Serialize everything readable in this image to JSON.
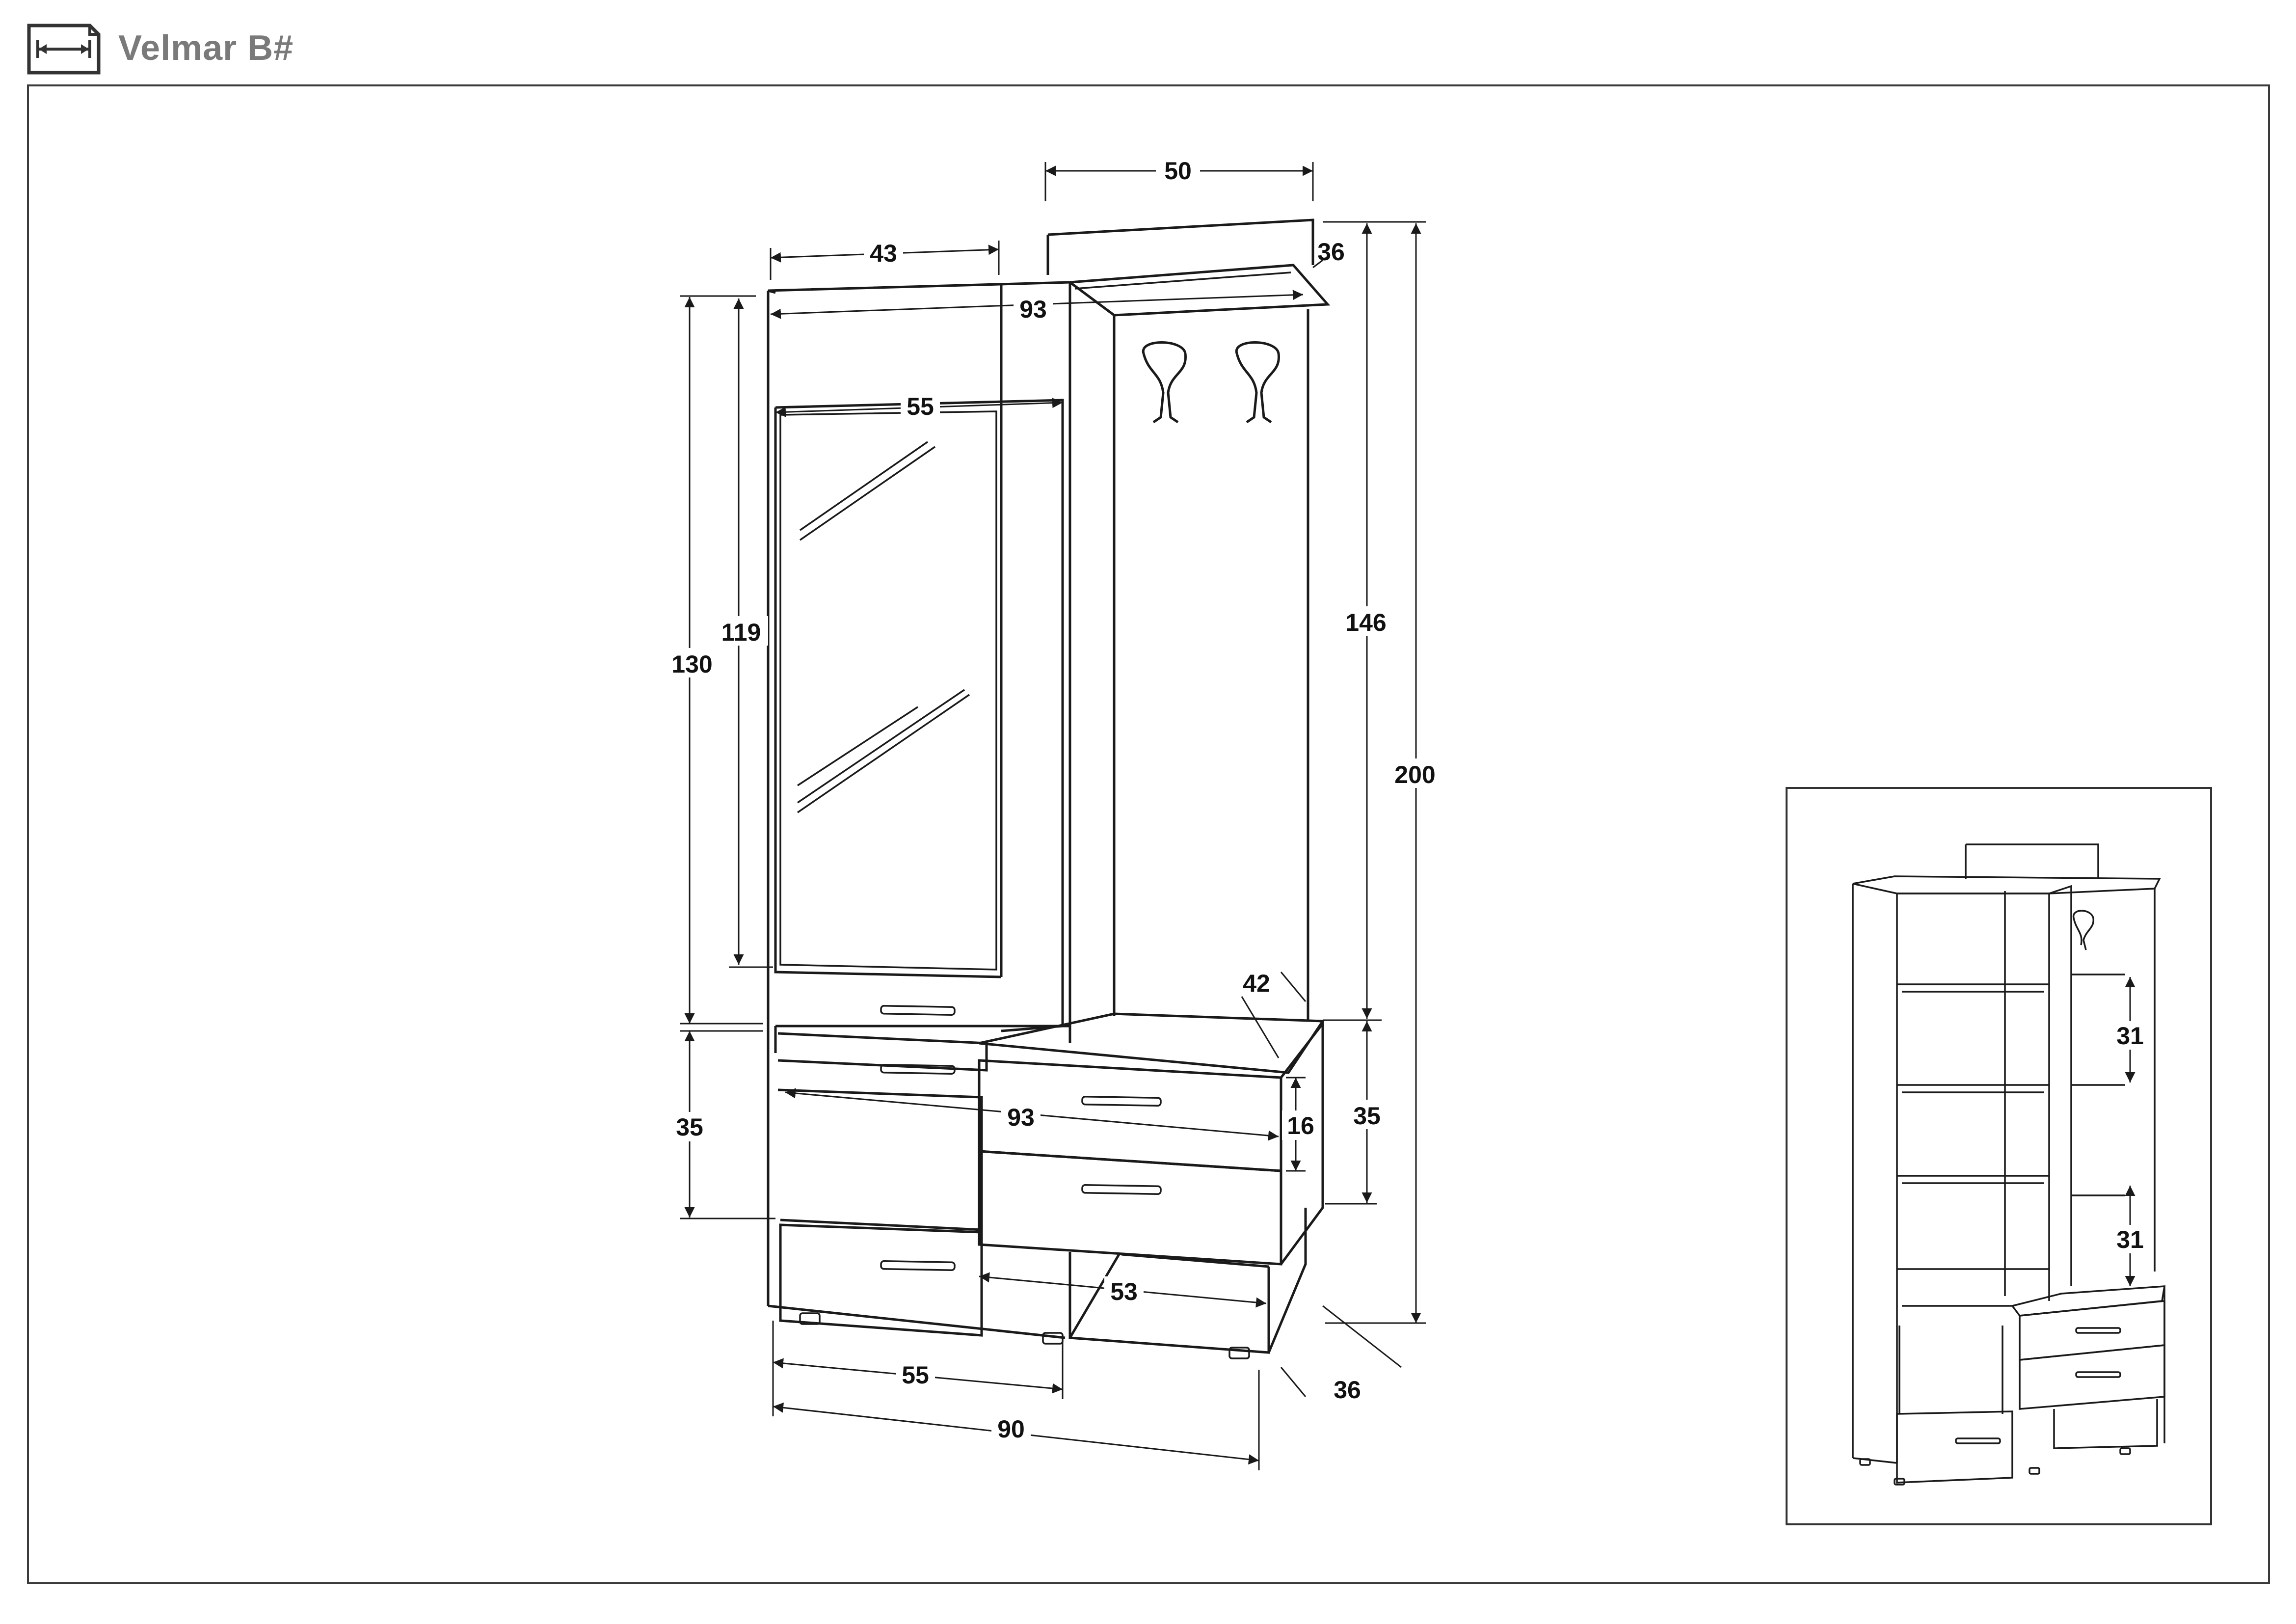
{
  "title": "Velmar B#",
  "icons": {
    "header": "dimensions-icon",
    "hooks": "coat-hook-icon"
  },
  "colors": {
    "title": "#7a7a7a",
    "lines": "#1a1a1a",
    "background": "#ffffff"
  },
  "main_view": {
    "dimensions": {
      "top_panel_width": "50",
      "shelf_depth": "36",
      "mirror_width": "43",
      "top_width": "93",
      "mirror_inner_width": "55",
      "mirror_height": "119",
      "upper_height": "130",
      "right_upper_height": "146",
      "total_height": "200",
      "seat_depth": "42",
      "lower_left_height": "35",
      "lower_right_height": "35",
      "drawer_front_height": "16",
      "front_width": "93",
      "bench_depth": "53",
      "left_width": "55",
      "total_width": "90",
      "total_depth": "36"
    }
  },
  "inset_view": {
    "dimensions": {
      "shelf_spacing_upper": "31",
      "shelf_spacing_lower": "31"
    }
  }
}
